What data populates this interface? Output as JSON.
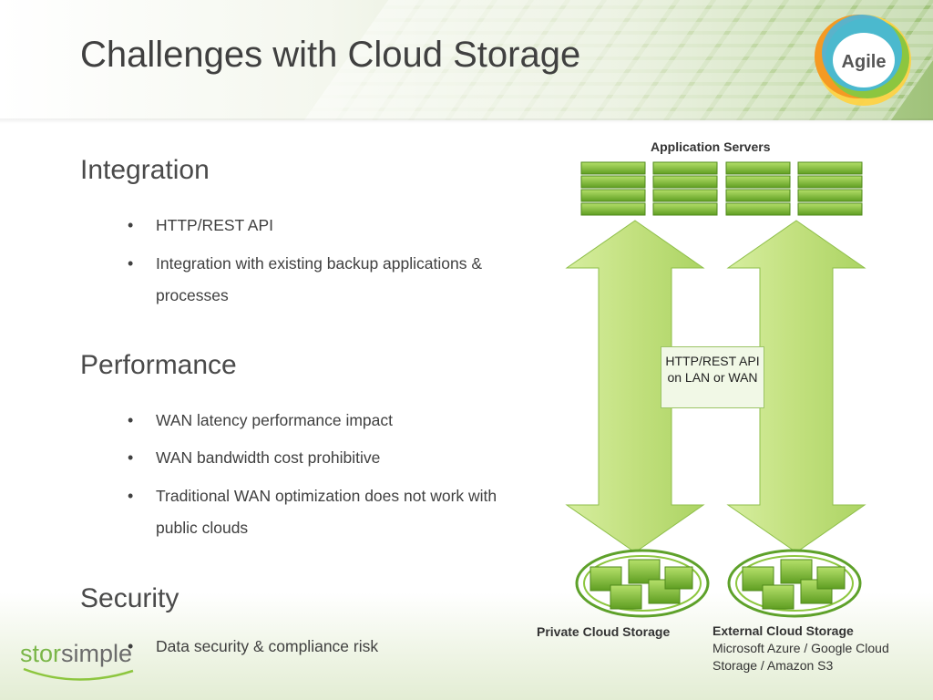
{
  "title": "Challenges with Cloud Storage",
  "logo": {
    "text": "Agile"
  },
  "sections": [
    {
      "heading": "Integration",
      "bullets": [
        "HTTP/REST API",
        "Integration with existing backup applications & processes"
      ]
    },
    {
      "heading": "Performance",
      "bullets": [
        "WAN latency performance impact",
        "WAN bandwidth cost prohibitive",
        "Traditional WAN optimization does not work with public clouds"
      ]
    },
    {
      "heading": "Security",
      "bullets": [
        "Data security & compliance risk"
      ]
    }
  ],
  "diagram": {
    "app_servers_label": "Application Servers",
    "api_label": "HTTP/REST API on LAN or WAN",
    "private_label": "Private Cloud Storage",
    "external_label": "External Cloud Storage",
    "external_sub": "Microsoft Azure / Google Cloud Storage / Amazon S3"
  },
  "footer_logo": {
    "part1": "stor",
    "part2": "simple"
  },
  "colors": {
    "accent_green": "#7ab648",
    "arrow_green": "#c6e38a",
    "server_green": "#8dc63f"
  },
  "icons": [
    "agile-logo-icon",
    "server-rack-icon",
    "double-arrow-icon",
    "cloud-storage-icon",
    "bullet-icon"
  ]
}
